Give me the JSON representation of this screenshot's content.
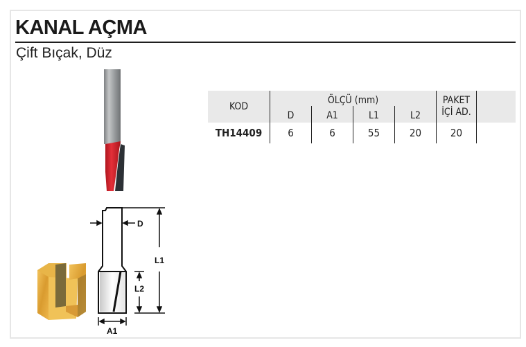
{
  "header": {
    "title": "KANAL AÇMA",
    "subtitle": "Çift Bıçak, Düz"
  },
  "table": {
    "col_kod": "KOD",
    "col_group": "ÖLÇÜ (mm)",
    "sub_cols": [
      "D",
      "A1",
      "L1",
      "L2"
    ],
    "col_pack_line1": "PAKET",
    "col_pack_line2": "İÇİ AD.",
    "rows": [
      {
        "kod": "TH14409",
        "d": "6",
        "a1": "6",
        "l1": "55",
        "l2": "20",
        "pack": "20"
      }
    ]
  },
  "diagram": {
    "label_d": "D",
    "label_l1": "L1",
    "label_l2": "L2",
    "label_a1": "A1"
  },
  "colors": {
    "header_bg": "#e9e9e9",
    "bit_red": "#d0202a",
    "shank_gray": "#9a9a9a",
    "wood": "#e0a83a"
  }
}
